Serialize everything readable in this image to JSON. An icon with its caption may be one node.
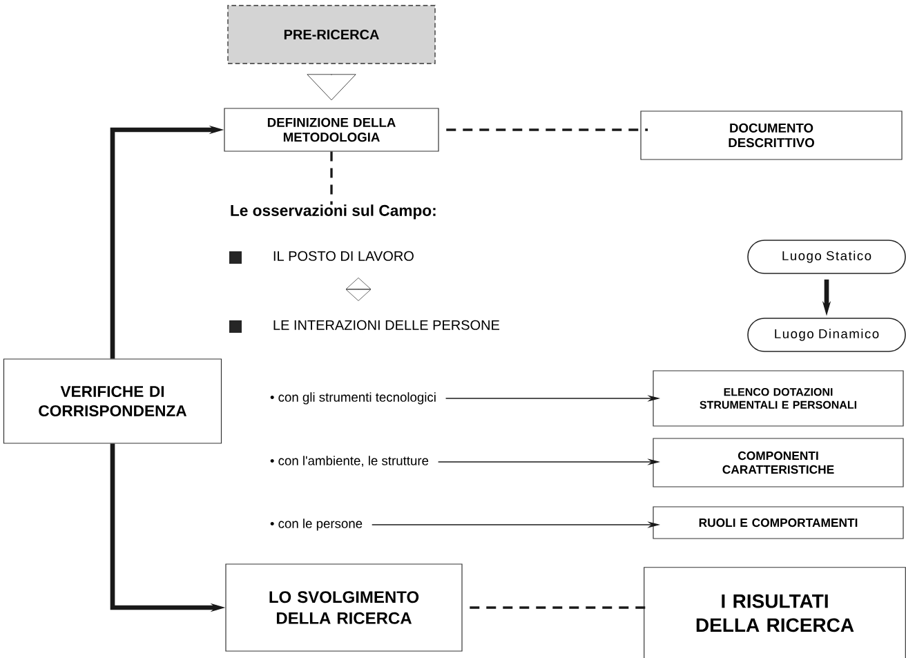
{
  "diagram": {
    "nodes": [
      {
        "text": [
          "PRE-RICERCA"
        ]
      },
      {
        "text": [
          "DEFINIZIONE DELLA METODOLOGIA"
        ]
      },
      {
        "text": [
          "DOCUMENTO DESCRITTIVO"
        ]
      },
      {
        "text": [
          "Le osservazioni sul Campo:"
        ]
      },
      {
        "text": [
          "IL POSTO DI LAVORO"
        ]
      },
      {
        "text": [
          "LE INTERAZIONI DELLE PERSONE"
        ]
      },
      {
        "text": [
          "Luogo Statico"
        ]
      },
      {
        "text": [
          "Luogo Dinamico"
        ]
      },
      {
        "text": [
          "VERIFICHE DI CORRISPONDENZA"
        ]
      },
      {
        "text": [
          "• con gli strumenti tecnologici"
        ]
      },
      {
        "text": [
          "ELENCO DOTAZIONI STRUMENTALI E PERSONALI"
        ]
      },
      {
        "text": [
          "• con l'ambiente, le strutture"
        ]
      },
      {
        "text": [
          "COMPONENTI CARATTERISTICHE"
        ]
      },
      {
        "text": [
          "• con le persone"
        ]
      },
      {
        "text": [
          "RUOLI E COMPORTAMENTI"
        ]
      },
      {
        "text": [
          "LO SVOLGIMENTO DELLA RICERCA"
        ]
      },
      {
        "text": [
          "I RISULTATI DELLA RICERCA"
        ]
      }
    ],
    "edges": [
      {
        "from": 0,
        "to": 1,
        "arrow": "to"
      },
      {
        "from": 1,
        "to": 2,
        "arrow": "none",
        "style": "dashed"
      },
      {
        "from": 1,
        "to": 3,
        "arrow": "none",
        "style": "dashed"
      },
      {
        "from": 4,
        "to": 5,
        "arrow": "both"
      },
      {
        "from": 6,
        "to": 7,
        "arrow": "to",
        "style": "thick"
      },
      {
        "from": 8,
        "to": 1,
        "arrow": "to",
        "style": "thick"
      },
      {
        "from": 8,
        "to": 15,
        "arrow": "to",
        "style": "thick"
      },
      {
        "from": 9,
        "to": 10,
        "arrow": "to"
      },
      {
        "from": 11,
        "to": 12,
        "arrow": "to"
      },
      {
        "from": 13,
        "to": 14,
        "arrow": "to"
      },
      {
        "from": 15,
        "to": 16,
        "arrow": "none",
        "style": "dashed"
      }
    ]
  }
}
